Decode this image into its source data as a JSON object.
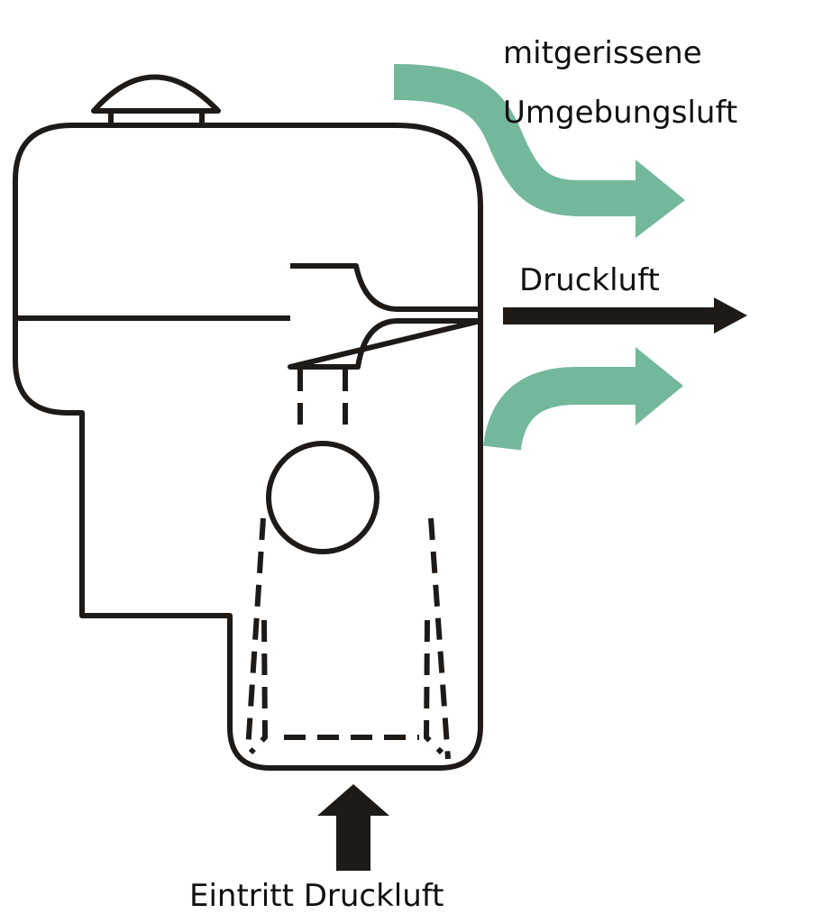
{
  "labels": {
    "entrained_line1": "mitgerissene",
    "entrained_line2": "Umgebungsluft",
    "compressed_air": "Druckluft",
    "inlet": "Eintritt Druckluft"
  },
  "colors": {
    "entrained_air": "#74b89c",
    "outline": "#1e1a18"
  }
}
